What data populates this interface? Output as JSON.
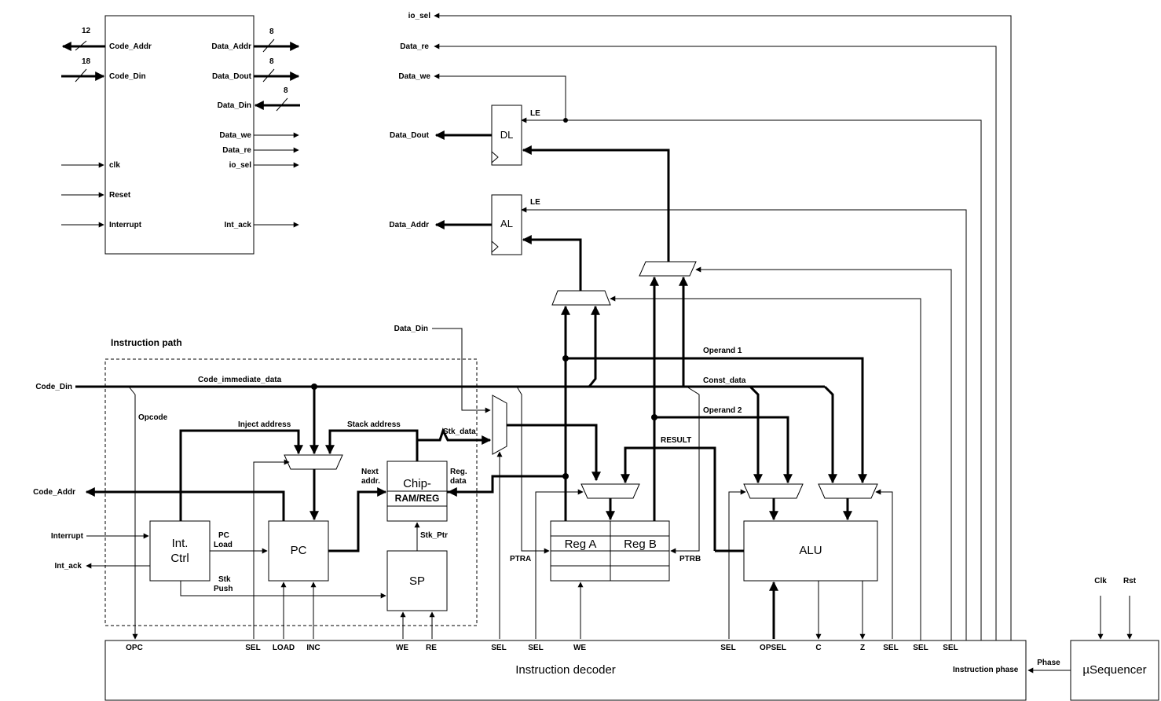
{
  "cpu_symbol": {
    "left_pins": [
      "Code_Addr",
      "Code_Din",
      "clk",
      "Reset",
      "Interrupt"
    ],
    "right_pins": [
      "Data_Addr",
      "Data_Dout",
      "Data_Din",
      "Data_we",
      "Data_re",
      "io_sel",
      "Int_ack"
    ],
    "bus_widths": {
      "code_addr": "12",
      "code_din": "18",
      "data_addr": "8",
      "data_dout": "8",
      "data_din": "8"
    }
  },
  "outputs": {
    "io_sel": "io_sel",
    "data_re": "Data_re",
    "data_we": "Data_we",
    "data_dout": "Data_Dout",
    "data_addr": "Data_Addr"
  },
  "latches": {
    "dl": "DL",
    "al": "AL",
    "le": "LE"
  },
  "instruction_path": {
    "title": "Instruction path",
    "code_din": "Code_Din",
    "code_immediate_data": "Code_immediate_data",
    "opcode": "Opcode",
    "inject_address": "Inject address",
    "stack_address": "Stack address",
    "stk_data": "Stk_data",
    "next_addr": "Next addr.",
    "reg_data": "Reg. data",
    "chip_ram_line1": "Chip-",
    "chip_ram_line2": "RAM/REG",
    "code_addr": "Code_Addr",
    "interrupt": "Interrupt",
    "int_ack": "Int_ack",
    "int_ctrl_line1": "Int.",
    "int_ctrl_line2": "Ctrl",
    "pc_load_line1": "PC",
    "pc_load_line2": "Load",
    "stk_push_line1": "Stk",
    "stk_push_line2": "Push",
    "pc": "PC",
    "sp": "SP",
    "stk_ptr": "Stk_Ptr"
  },
  "datapath": {
    "data_din": "Data_Din",
    "operand1": "Operand 1",
    "const_data": "Const_data",
    "operand2": "Operand 2",
    "result": "RESULT",
    "reg_a": "Reg A",
    "reg_b": "Reg B",
    "ptra": "PTRA",
    "ptrb": "PTRB",
    "alu": "ALU"
  },
  "decoder": {
    "title": "Instruction decoder",
    "signals": [
      "OPC",
      "SEL",
      "LOAD",
      "INC",
      "WE",
      "RE",
      "SEL",
      "SEL",
      "WE",
      "SEL",
      "OPSEL",
      "C",
      "Z",
      "SEL",
      "SEL",
      "SEL"
    ],
    "instruction_phase": "Instruction phase"
  },
  "sequencer": {
    "title": "µSequencer",
    "clk": "Clk",
    "rst": "Rst",
    "phase": "Phase"
  }
}
